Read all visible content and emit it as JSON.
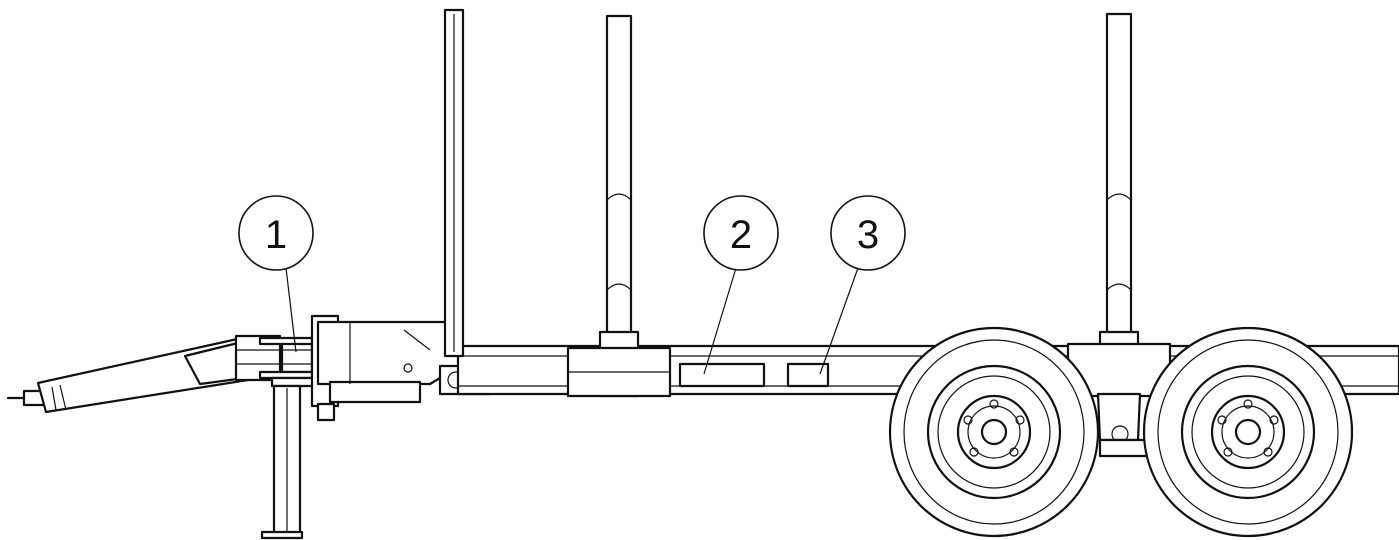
{
  "callouts": [
    {
      "id": "callout-1",
      "label": "1"
    },
    {
      "id": "callout-2",
      "label": "2"
    },
    {
      "id": "callout-3",
      "label": "3"
    }
  ],
  "colors": {
    "line": "#111111",
    "background": "#ffffff"
  }
}
